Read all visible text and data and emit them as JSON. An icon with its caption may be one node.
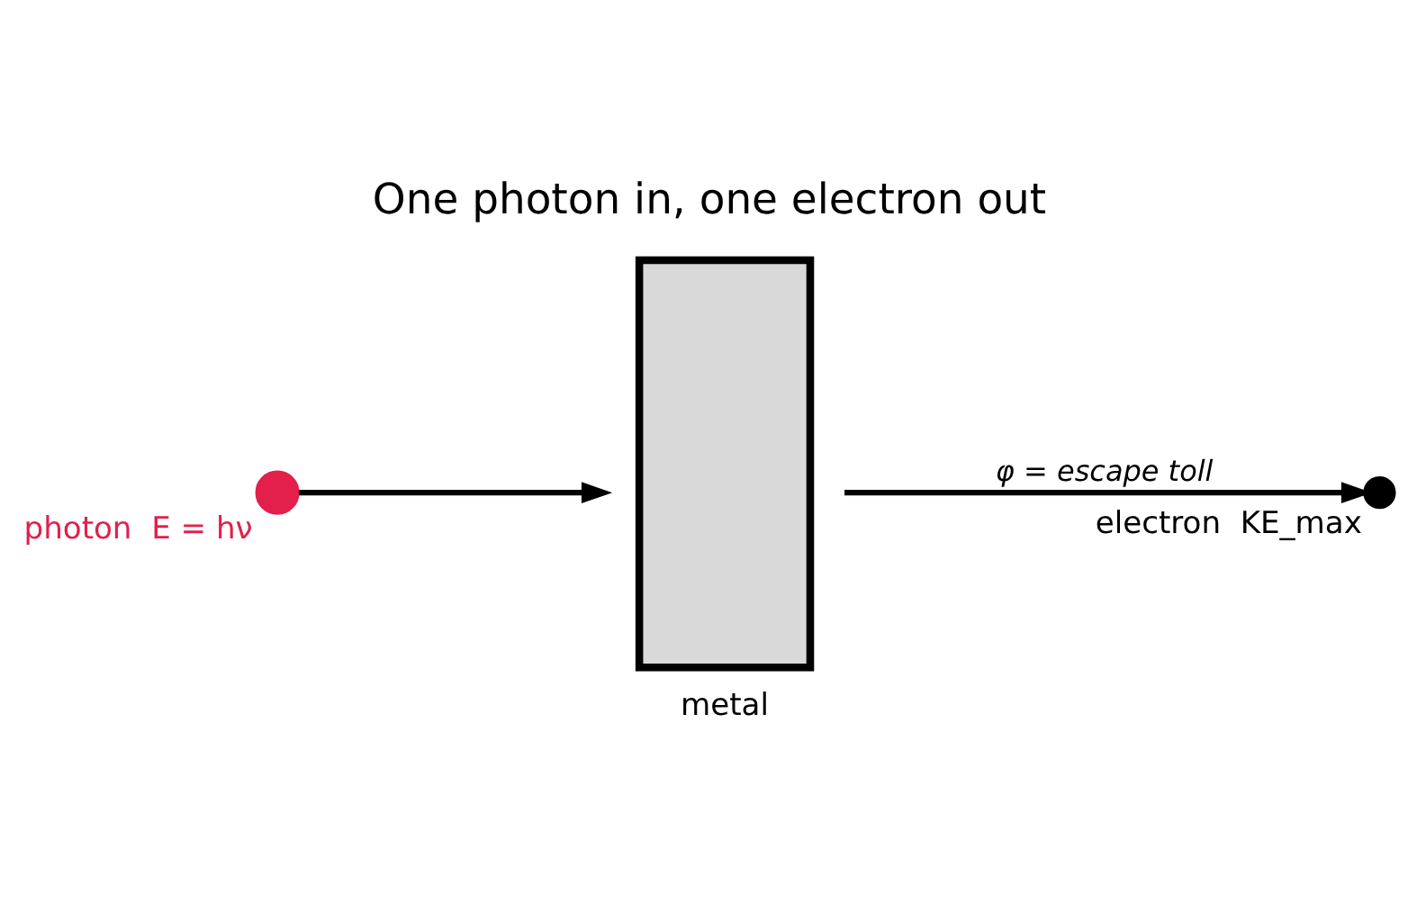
{
  "diagram": {
    "title": "One photon in, one electron out",
    "nodes": [
      {
        "text": [
          "metal"
        ]
      },
      {
        "text": [],
        "shape": "circle",
        "beside": [
          "photon  E = hν"
        ]
      },
      {
        "text": [],
        "shape": "circle",
        "beside": [
          "electron  KE_max"
        ]
      }
    ],
    "edges": [
      {
        "from": 1,
        "to": 0,
        "arrow": "to"
      },
      {
        "from": 0,
        "to": 2,
        "arrow": "to",
        "label": "φ = escape toll"
      }
    ]
  }
}
